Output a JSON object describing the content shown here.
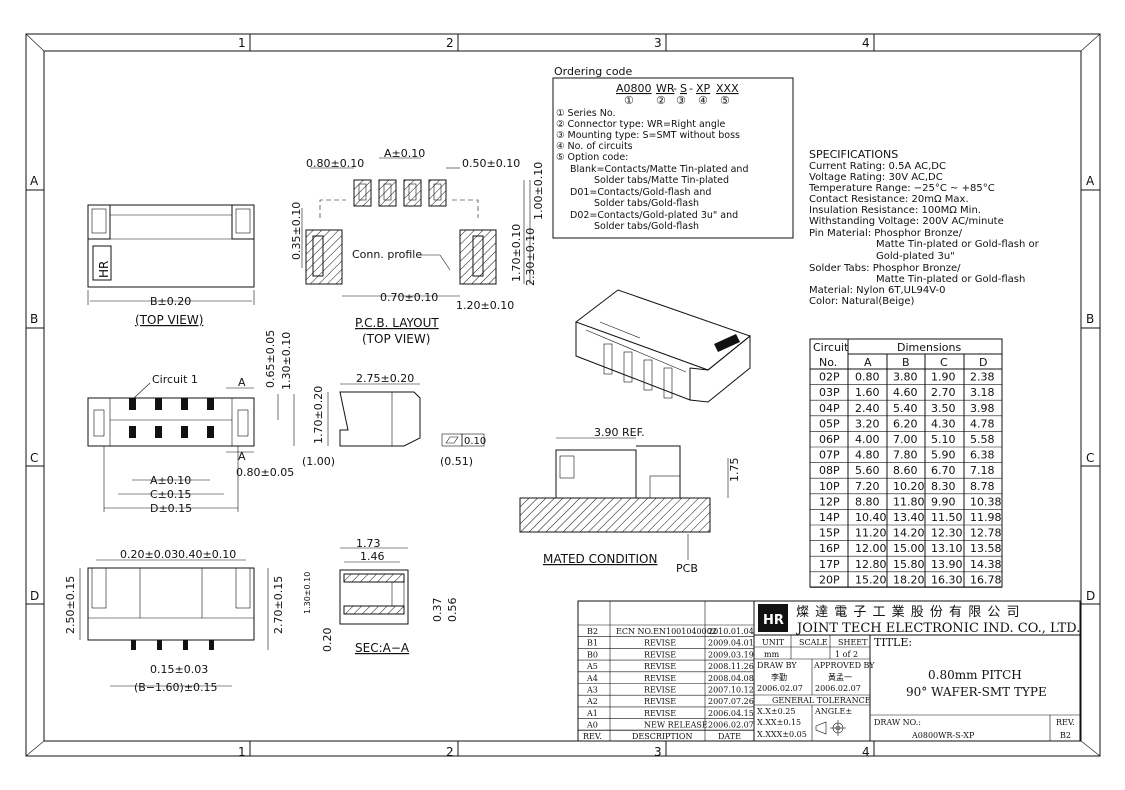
{
  "frame": {
    "columns": [
      "1",
      "2",
      "3",
      "4"
    ],
    "rows": [
      "A",
      "B",
      "C",
      "D"
    ]
  },
  "ordering": {
    "heading": "Ordering code",
    "code_parts": [
      "A0800",
      "WR",
      "-",
      "S",
      "-",
      "XP",
      "XXX"
    ],
    "code_nums": [
      "①",
      "②",
      "③",
      "④",
      "⑤"
    ],
    "lines": [
      "① Series No.",
      "② Connector type: WR=Right angle",
      "③ Mounting type: S=SMT without boss",
      "④ No. of circuits",
      "⑤ Option code:",
      "Blank=Contacts/Matte Tin-plated and",
      "Solder tabs/Matte Tin-plated",
      "D01=Contacts/Gold-flash and",
      "Solder tabs/Gold-flash",
      "D02=Contacts/Gold-plated 3u\" and",
      "Solder tabs/Gold-flash"
    ]
  },
  "specs": {
    "heading": "SPECIFICATIONS",
    "lines": [
      "Current Rating: 0.5A AC,DC",
      "Voltage Rating: 30V AC,DC",
      "Temperature Range: −25°C ~ +85°C",
      "Contact Resistance: 20mΩ Max.",
      "Insulation Resistance: 100MΩ Min.",
      "Withstanding Voltage: 200V AC/minute",
      "Pin Material: Phosphor Bronze/",
      "Matte Tin-plated or Gold-flash or",
      "Gold-plated 3u\"",
      "Solder Tabs: Phosphor Bronze/",
      "Matte Tin-plated or Gold-flash",
      "Material: Nylon 6T,UL94V-0",
      "Color: Natural(Beige)"
    ]
  },
  "dim_table": {
    "h_circuit": "Circuit",
    "h_no": "No.",
    "h_dimensions": "Dimensions",
    "cols": [
      "A",
      "B",
      "C",
      "D"
    ],
    "rows": [
      [
        "02P",
        "0.80",
        "3.80",
        "1.90",
        "2.38"
      ],
      [
        "03P",
        "1.60",
        "4.60",
        "2.70",
        "3.18"
      ],
      [
        "04P",
        "2.40",
        "5.40",
        "3.50",
        "3.98"
      ],
      [
        "05P",
        "3.20",
        "6.20",
        "4.30",
        "4.78"
      ],
      [
        "06P",
        "4.00",
        "7.00",
        "5.10",
        "5.58"
      ],
      [
        "07P",
        "4.80",
        "7.80",
        "5.90",
        "6.38"
      ],
      [
        "08P",
        "5.60",
        "8.60",
        "6.70",
        "7.18"
      ],
      [
        "10P",
        "7.20",
        "10.20",
        "8.30",
        "8.78"
      ],
      [
        "12P",
        "8.80",
        "11.80",
        "9.90",
        "10.38"
      ],
      [
        "14P",
        "10.40",
        "13.40",
        "11.50",
        "11.98"
      ],
      [
        "15P",
        "11.20",
        "14.20",
        "12.30",
        "12.78"
      ],
      [
        "16P",
        "12.00",
        "15.00",
        "13.10",
        "13.58"
      ],
      [
        "17P",
        "12.80",
        "15.80",
        "13.90",
        "14.38"
      ],
      [
        "20P",
        "15.20",
        "18.20",
        "16.30",
        "16.78"
      ]
    ]
  },
  "labels": {
    "top_view": "(TOP VIEW)",
    "pcb_layout": "P.C.B. LAYOUT",
    "pcb_top_view": "(TOP VIEW)",
    "mated_condition": "MATED CONDITION",
    "pcb": "PCB",
    "sec_aa": "SEC:A−A",
    "conn_profile": "Conn. profile",
    "circuit1": "Circuit 1",
    "hr": "HR"
  },
  "dims": {
    "b020": "B±0.20",
    "d080": "0.80±0.10",
    "a010": "A±0.10",
    "d050": "0.50±0.10",
    "d035": "0.35±0.10",
    "d100": "1.00±0.10",
    "d170": "1.70±0.10",
    "d230": "2.30±0.10",
    "d070": "0.70±0.10",
    "d120": "1.20±0.10",
    "d065": "0.65±0.05",
    "d130": "1.30±0.10",
    "a": "A",
    "a010b": "A±0.10",
    "c015": "C±0.15",
    "d015": "D±0.15",
    "d080b": "0.80±0.05",
    "d275": "2.75±0.20",
    "d170b": "1.70±0.20",
    "p100": "(1.00)",
    "p051": "(0.51)",
    "flat": "0.10",
    "ref390": "3.90 REF.",
    "d175": "1.75",
    "d020a": "0.20±0.03",
    "d040": "0.40±0.10",
    "d250": "2.50±0.15",
    "d270": "2.70±0.15",
    "d015b": "0.15±0.03",
    "b160": "(B−1.60)±0.15",
    "d173": "1.73",
    "d146": "1.46",
    "d130b": "1.30±0.10",
    "d037": "0.37",
    "d056": "0.56",
    "d020": "0.20"
  },
  "title_block": {
    "company_cn": "燦 達 電 子 工 業 股 份 有 限 公 司",
    "company_en": "JOINT TECH ELECTRONIC IND. CO., LTD.",
    "title_label": "TITLE:",
    "title_1": "0.80mm PITCH",
    "title_2": "90° WAFER-SMT TYPE",
    "unit_label": "UNIT",
    "unit_value": "mm",
    "scale_label": "SCALE",
    "sheet_label": "SHEET",
    "sheet_value": "1 of 2",
    "drawn_by_label": "DRAW BY",
    "drawn_by_name": "李勤",
    "drawn_date": "2006.02.07",
    "approved_label": "APPROVED BY",
    "approved_name": "黃孟一",
    "approved_date": "2006.02.07",
    "tolerance_label": "GENERAL TOLERANCE",
    "tol_1": "X.X±0.25",
    "tol_2": "X.XX±0.15",
    "tol_3": "X.XXX±0.05",
    "angle_label": "ANGLE±",
    "draw_no_label": "DRAW NO.:",
    "draw_no": "A0800WR-S-XP",
    "rev_label": "REV.",
    "rev_value": "B2",
    "rev_head": "REV.",
    "desc_head": "DESCRIPTION",
    "date_head": "DATE",
    "logo": "HR",
    "revisions": [
      [
        "B2",
        "ECN NO.EN1001040002",
        "2010.01.04"
      ],
      [
        "B1",
        "REVISE",
        "2009.04.01"
      ],
      [
        "B0",
        "REVISE",
        "2009.03.19"
      ],
      [
        "A5",
        "REVISE",
        "2008.11.26"
      ],
      [
        "A4",
        "REVISE",
        "2008.04.08"
      ],
      [
        "A3",
        "REVISE",
        "2007.10.12"
      ],
      [
        "A2",
        "REVISE",
        "2007.07.26"
      ],
      [
        "A1",
        "REVISE",
        "2006.04.15"
      ],
      [
        "A0",
        "NEW RELEASE",
        "2006.02.07"
      ]
    ]
  }
}
